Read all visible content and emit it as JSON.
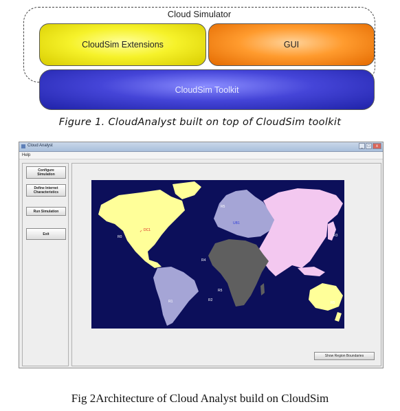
{
  "figure1": {
    "frame_title": "Cloud Simulator",
    "boxes": {
      "extensions": "CloudSim Extensions",
      "gui": "GUI",
      "toolkit": "CloudSim Toolkit"
    },
    "caption": "Figure 1. CloudAnalyst built on top of CloudSim toolkit"
  },
  "window": {
    "title": "Cloud Analyst",
    "controls": {
      "minimize": "_",
      "maximize": "□",
      "close": "x"
    },
    "menu": [
      "Help"
    ],
    "left_buttons": [
      "Configure\nSimulation",
      "Define Internet\nCharacteristics",
      "Run Simulation",
      "Exit"
    ],
    "map": {
      "colors": {
        "ocean": "#0c0f5a",
        "north_america": "#ffff99",
        "south_america": "#a5a5d6",
        "europe": "#a5a5d6",
        "asia": "#f3c8f0",
        "africa": "#5f5f5f",
        "australia": "#ffff99",
        "datacenter": "#d81b1b",
        "userbase": "#2d3bd8"
      },
      "region_labels": [
        "R0",
        "R1",
        "R2",
        "R3",
        "R4",
        "R5"
      ],
      "markers": {
        "datacenter": "DC1",
        "userbase": "UB1"
      }
    },
    "show_regions_button": "Show Region Boundaries"
  },
  "figure2": {
    "caption": "Fig 2Architecture of Cloud Analyst build on CloudSim"
  }
}
